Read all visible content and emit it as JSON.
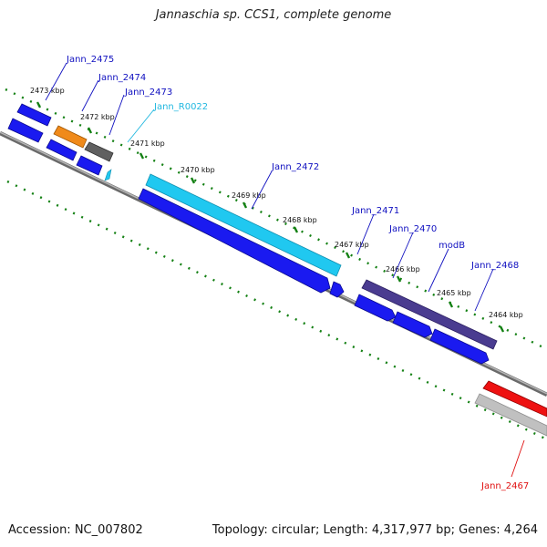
{
  "title": "Jannaschia sp. CCS1, complete genome",
  "accession": "Accession: NC_007802",
  "summary": "Topology: circular; Length: 4,317,977 bp; Genes: 4,264",
  "kbp_labels": [
    {
      "id": "kbp-2473",
      "text": "2473 kbp"
    },
    {
      "id": "kbp-2472",
      "text": "2472 kbp"
    },
    {
      "id": "kbp-2471",
      "text": "2471 kbp"
    },
    {
      "id": "kbp-2470",
      "text": "2470 kbp"
    },
    {
      "id": "kbp-2469",
      "text": "2469 kbp"
    },
    {
      "id": "kbp-2468",
      "text": "2468 kbp"
    },
    {
      "id": "kbp-2467",
      "text": "2467 kbp"
    },
    {
      "id": "kbp-2466",
      "text": "2466 kbp"
    },
    {
      "id": "kbp-2465",
      "text": "2465 kbp"
    },
    {
      "id": "kbp-2464",
      "text": "2464 kbp"
    }
  ],
  "gene_labels": [
    {
      "id": "Jann_2475",
      "text": "Jann_2475",
      "color": "#1010c0"
    },
    {
      "id": "Jann_2474",
      "text": "Jann_2474",
      "color": "#1010c0"
    },
    {
      "id": "Jann_2473",
      "text": "Jann_2473",
      "color": "#1010c0"
    },
    {
      "id": "Jann_R0022",
      "text": "Jann_R0022",
      "color": "#22b8e0"
    },
    {
      "id": "Jann_2472",
      "text": "Jann_2472",
      "color": "#1010c0"
    },
    {
      "id": "Jann_2471",
      "text": "Jann_2471",
      "color": "#1010c0"
    },
    {
      "id": "Jann_2470",
      "text": "Jann_2470",
      "color": "#1010c0"
    },
    {
      "id": "modB",
      "text": "modB",
      "color": "#1010c0"
    },
    {
      "id": "Jann_2468",
      "text": "Jann_2468",
      "color": "#1010c0"
    },
    {
      "id": "Jann_2467",
      "text": "Jann_2467",
      "color": "#e01010"
    }
  ],
  "colors": {
    "gene_blue": "#1a1af0",
    "gene_cyan": "#20c8f0",
    "gene_orange": "#f08a1a",
    "gene_gray": "#606060",
    "gene_purple": "#4a3c90",
    "gene_red": "#ee1111",
    "gene_lightgray": "#c0c0c0",
    "tick_green": "#138013",
    "backbone": "#8a8a8a"
  }
}
